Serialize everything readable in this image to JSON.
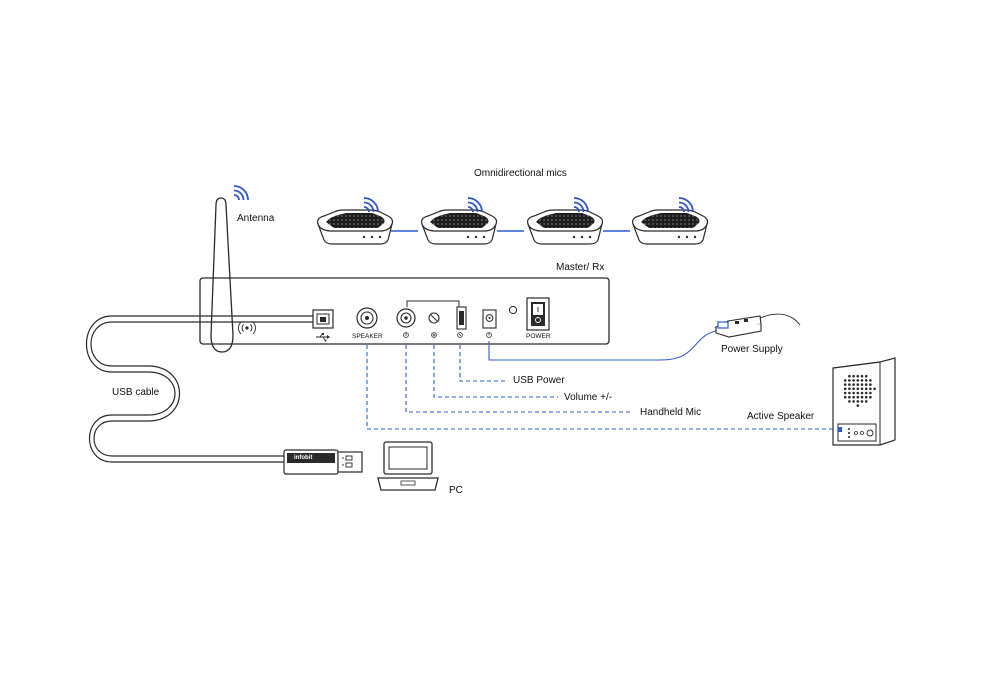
{
  "labels": {
    "omni_mics": "Omnidirectional mics",
    "antenna": "Antenna",
    "master_rx": "Master/ Rx",
    "power_supply": "Power Supply",
    "usb_cable": "USB cable",
    "usb_power": "USB Power",
    "volume": "Volume +/-",
    "handheld_mic": "Handheld Mic",
    "active_speaker": "Active Speaker",
    "pc": "PC"
  },
  "panel": {
    "speaker_label": "SPEAKER",
    "power_label": "POWER"
  },
  "usb_brand": "infobit",
  "colors": {
    "line": "#2a2a2a",
    "link_blue": "#2b5cd6",
    "signal_blue": "#2d55c8",
    "mic_top": "#1e1e1e"
  }
}
